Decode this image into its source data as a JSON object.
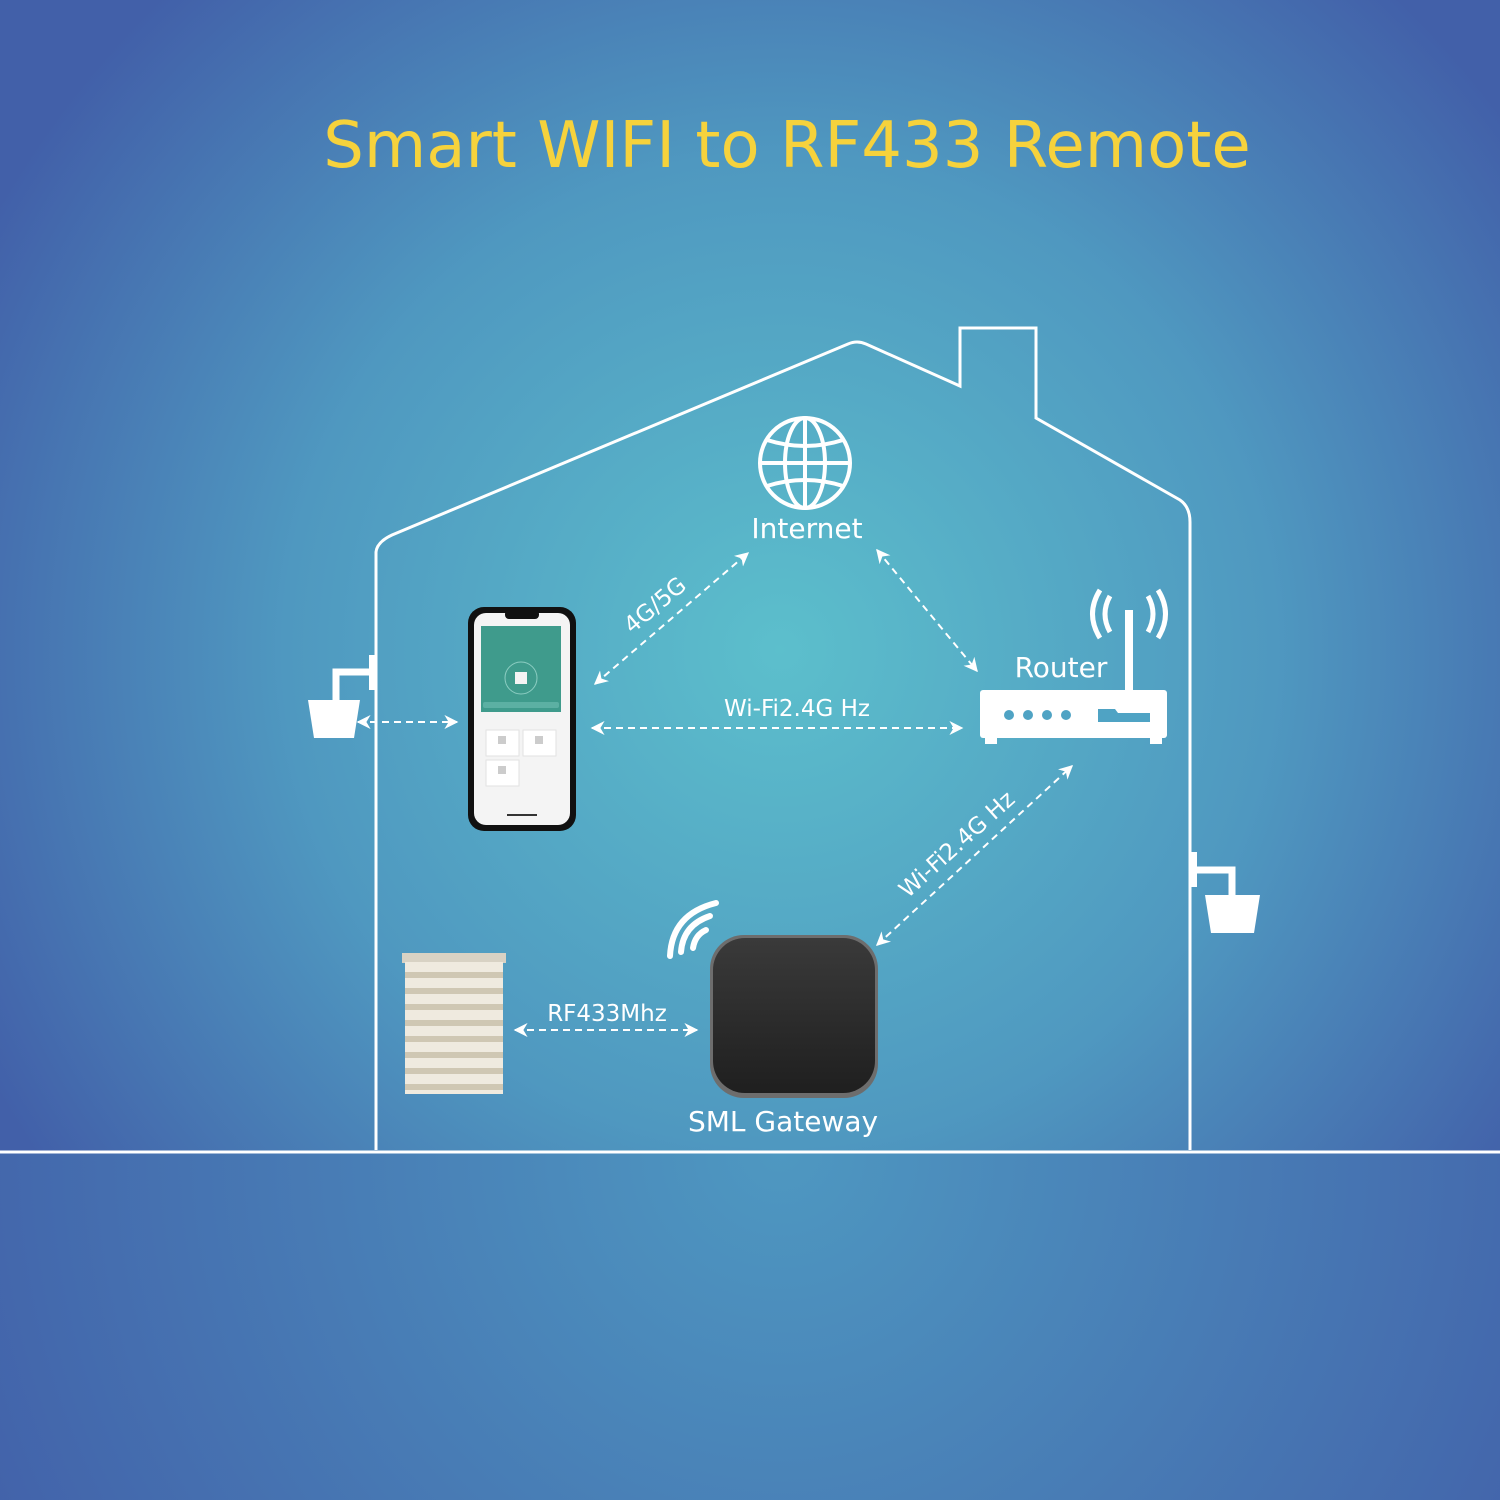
{
  "title": "Smart WIFI to RF433 Remote",
  "nodes": {
    "internet": "Internet",
    "router": "Router",
    "gateway": "SML Gateway"
  },
  "links": {
    "phone_internet": "4G/5G",
    "phone_router": "Wi-Fi2.4G Hz",
    "gateway_router": "Wi-Fi2.4G Hz",
    "blind_gateway": "RF433Mhz"
  },
  "colors": {
    "title": "#f6d23c",
    "background_center": "#5cbfcc",
    "background_edge": "#4260a9",
    "lines": "#ffffff",
    "gateway_body": "#2b2b2b",
    "app_header": "#3f9b8c"
  },
  "icons": [
    "globe-icon",
    "router-icon",
    "smartphone-icon",
    "gateway-icon",
    "wifi-signal-icon",
    "roller-blind-icon",
    "wall-lamp-icon"
  ]
}
